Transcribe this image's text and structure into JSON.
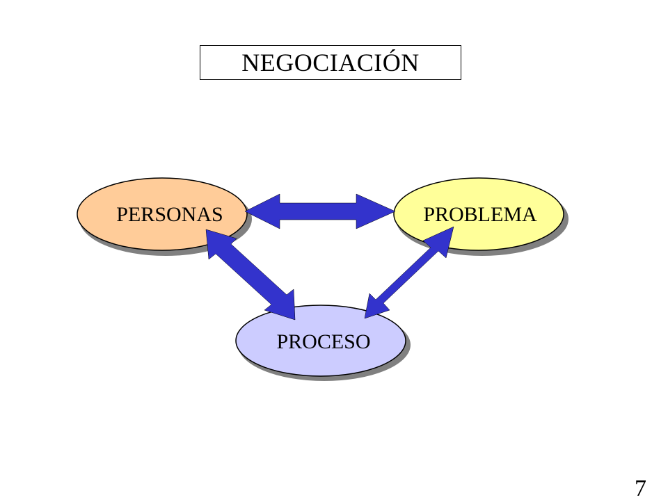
{
  "title": "NEGOCIACIÓN",
  "page_number": "7",
  "nodes": {
    "personas": {
      "label": "PERSONAS",
      "color": "#ffcc99"
    },
    "problema": {
      "label": "PROBLEMA",
      "color": "#ffff99"
    },
    "proceso": {
      "label": "PROCESO",
      "color": "#ccccff"
    }
  },
  "arrows": {
    "color": "#3333cc",
    "edges": [
      {
        "from": "PERSONAS",
        "to": "PROBLEMA",
        "direction": "bidirectional"
      },
      {
        "from": "PERSONAS",
        "to": "PROCESO",
        "direction": "bidirectional"
      },
      {
        "from": "PROBLEMA",
        "to": "PROCESO",
        "direction": "bidirectional"
      }
    ]
  }
}
